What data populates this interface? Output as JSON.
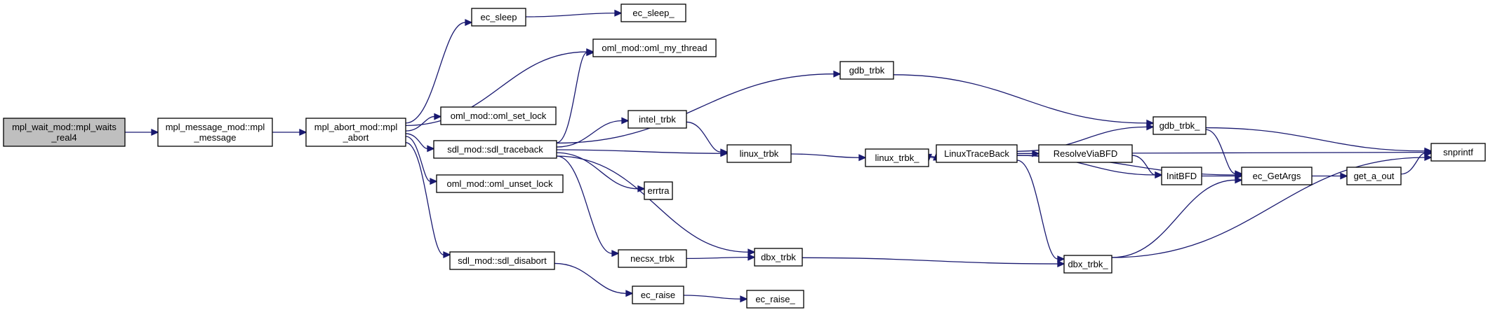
{
  "nodes": [
    {
      "id": "wait",
      "lines": [
        "mpl_wait_mod::mpl_waits",
        "_real4"
      ],
      "root": true
    },
    {
      "id": "message",
      "lines": [
        "mpl_message_mod::mpl",
        "_message"
      ]
    },
    {
      "id": "abort",
      "lines": [
        "mpl_abort_mod::mpl",
        "_abort"
      ]
    },
    {
      "id": "ec_sleep",
      "lines": [
        "ec_sleep"
      ]
    },
    {
      "id": "ec_sleep_",
      "lines": [
        "ec_sleep_"
      ]
    },
    {
      "id": "my_thread",
      "lines": [
        "oml_mod::oml_my_thread"
      ]
    },
    {
      "id": "set_lock",
      "lines": [
        "oml_mod::oml_set_lock"
      ]
    },
    {
      "id": "traceback",
      "lines": [
        "sdl_mod::sdl_traceback"
      ]
    },
    {
      "id": "unset_lock",
      "lines": [
        "oml_mod::oml_unset_lock"
      ]
    },
    {
      "id": "disabort",
      "lines": [
        "sdl_mod::sdl_disabort"
      ]
    },
    {
      "id": "gdb_trbk",
      "lines": [
        "gdb_trbk"
      ]
    },
    {
      "id": "intel_trbk",
      "lines": [
        "intel_trbk"
      ]
    },
    {
      "id": "linux_trbk",
      "lines": [
        "linux_trbk"
      ]
    },
    {
      "id": "errtra",
      "lines": [
        "errtra"
      ]
    },
    {
      "id": "necsx_trbk",
      "lines": [
        "necsx_trbk"
      ]
    },
    {
      "id": "dbx_trbk",
      "lines": [
        "dbx_trbk"
      ]
    },
    {
      "id": "ec_raise",
      "lines": [
        "ec_raise"
      ]
    },
    {
      "id": "ec_raise_",
      "lines": [
        "ec_raise_"
      ]
    },
    {
      "id": "linux_trbk_",
      "lines": [
        "linux_trbk_"
      ]
    },
    {
      "id": "linuxtb",
      "lines": [
        "LinuxTraceBack"
      ]
    },
    {
      "id": "gdb_trbk_",
      "lines": [
        "gdb_trbk_"
      ]
    },
    {
      "id": "resolve",
      "lines": [
        "ResolveViaBFD"
      ]
    },
    {
      "id": "initbfd",
      "lines": [
        "InitBFD"
      ]
    },
    {
      "id": "dbx_trbk_",
      "lines": [
        "dbx_trbk_"
      ]
    },
    {
      "id": "getargs",
      "lines": [
        "ec_GetArgs"
      ]
    },
    {
      "id": "get_a_out",
      "lines": [
        "get_a_out"
      ]
    },
    {
      "id": "snprintf",
      "lines": [
        "snprintf"
      ]
    }
  ],
  "edges": [
    [
      "wait",
      "message"
    ],
    [
      "message",
      "abort"
    ],
    [
      "abort",
      "ec_sleep"
    ],
    [
      "abort",
      "my_thread"
    ],
    [
      "abort",
      "set_lock"
    ],
    [
      "abort",
      "traceback"
    ],
    [
      "abort",
      "unset_lock"
    ],
    [
      "abort",
      "disabort"
    ],
    [
      "ec_sleep",
      "ec_sleep_"
    ],
    [
      "traceback",
      "my_thread"
    ],
    [
      "traceback",
      "gdb_trbk"
    ],
    [
      "traceback",
      "intel_trbk"
    ],
    [
      "traceback",
      "linux_trbk"
    ],
    [
      "traceback",
      "errtra"
    ],
    [
      "traceback",
      "necsx_trbk"
    ],
    [
      "traceback",
      "dbx_trbk"
    ],
    [
      "disabort",
      "ec_raise"
    ],
    [
      "ec_raise",
      "ec_raise_"
    ],
    [
      "gdb_trbk",
      "gdb_trbk_"
    ],
    [
      "intel_trbk",
      "linux_trbk"
    ],
    [
      "linux_trbk",
      "linux_trbk_"
    ],
    [
      "necsx_trbk",
      "dbx_trbk"
    ],
    [
      "dbx_trbk",
      "dbx_trbk_"
    ],
    [
      "linux_trbk_",
      "linuxtb"
    ],
    [
      "linuxtb",
      "linux_trbk_"
    ],
    [
      "linuxtb",
      "gdb_trbk_"
    ],
    [
      "linuxtb",
      "resolve"
    ],
    [
      "linuxtb",
      "initbfd"
    ],
    [
      "linuxtb",
      "getargs"
    ],
    [
      "linuxtb",
      "dbx_trbk_"
    ],
    [
      "linuxtb",
      "snprintf"
    ],
    [
      "resolve",
      "initbfd"
    ],
    [
      "gdb_trbk_",
      "getargs"
    ],
    [
      "gdb_trbk_",
      "snprintf"
    ],
    [
      "initbfd",
      "getargs"
    ],
    [
      "dbx_trbk_",
      "getargs"
    ],
    [
      "dbx_trbk_",
      "snprintf"
    ],
    [
      "getargs",
      "get_a_out"
    ],
    [
      "get_a_out",
      "snprintf"
    ]
  ]
}
